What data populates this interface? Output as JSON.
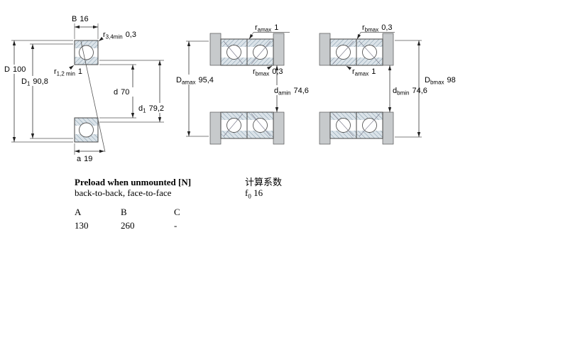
{
  "drawing": {
    "single": {
      "B": {
        "sym": "B",
        "val": "16"
      },
      "r34": {
        "sym": "r",
        "sub": "3,4min",
        "val": "0,3"
      },
      "D": {
        "sym": "D",
        "val": "100"
      },
      "D1": {
        "sym": "D",
        "sub": "1",
        "val": "90,8"
      },
      "r12": {
        "sym": "r",
        "sub": "1,2 min",
        "val": "1"
      },
      "d": {
        "sym": "d",
        "val": "70"
      },
      "d1": {
        "sym": "d",
        "sub": "1",
        "val": "79,2"
      },
      "a": {
        "sym": "a",
        "val": "19"
      }
    },
    "back_to_back": {
      "ramax": {
        "sym": "r",
        "sub": "amax",
        "val": "1"
      },
      "Damax": {
        "sym": "D",
        "sub": "amax",
        "val": "95,4"
      },
      "rbmax": {
        "sym": "r",
        "sub": "bmax",
        "val": "0,3"
      },
      "damin": {
        "sym": "d",
        "sub": "amin",
        "val": "74,6"
      }
    },
    "face_to_face": {
      "rbmax": {
        "sym": "r",
        "sub": "bmax",
        "val": "0,3"
      },
      "ramax": {
        "sym": "r",
        "sub": "amax",
        "val": "1"
      },
      "Dbmax": {
        "sym": "D",
        "sub": "bmax",
        "val": "98"
      },
      "dbmin": {
        "sym": "d",
        "sub": "bmin",
        "val": "74,6"
      }
    }
  },
  "preload": {
    "title": "Preload when unmounted [N]",
    "subtitle": "back-to-back, face-to-face",
    "columns": [
      "A",
      "B",
      "C"
    ],
    "values": [
      "130",
      "260",
      "-"
    ]
  },
  "calculation": {
    "title": "计算系数",
    "factor_sym": "f",
    "factor_sub": "0",
    "factor_val": "16"
  },
  "palette": {
    "section_tint": "#dbe3e9",
    "hatch_line": "#7e96a6",
    "abutment_grey": "#c7cacc"
  }
}
